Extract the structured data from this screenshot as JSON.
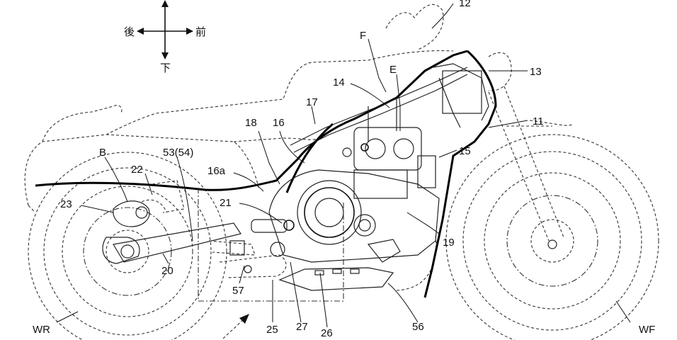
{
  "directions": {
    "rear": "後",
    "front": "前",
    "down": "下"
  },
  "labels": {
    "l12": "12",
    "l13": "13",
    "l11": "11",
    "l14": "14",
    "F": "F",
    "E": "E",
    "l17": "17",
    "l18": "18",
    "l16": "16",
    "l15": "15",
    "l16a": "16a",
    "B": "B",
    "l53": "53(54)",
    "l22": "22",
    "l21": "21",
    "l23": "23",
    "l19": "19",
    "l20": "20",
    "l57": "57",
    "l25": "25",
    "l27": "27",
    "l26": "26",
    "l56": "56",
    "WR": "WR",
    "WF": "WF"
  }
}
